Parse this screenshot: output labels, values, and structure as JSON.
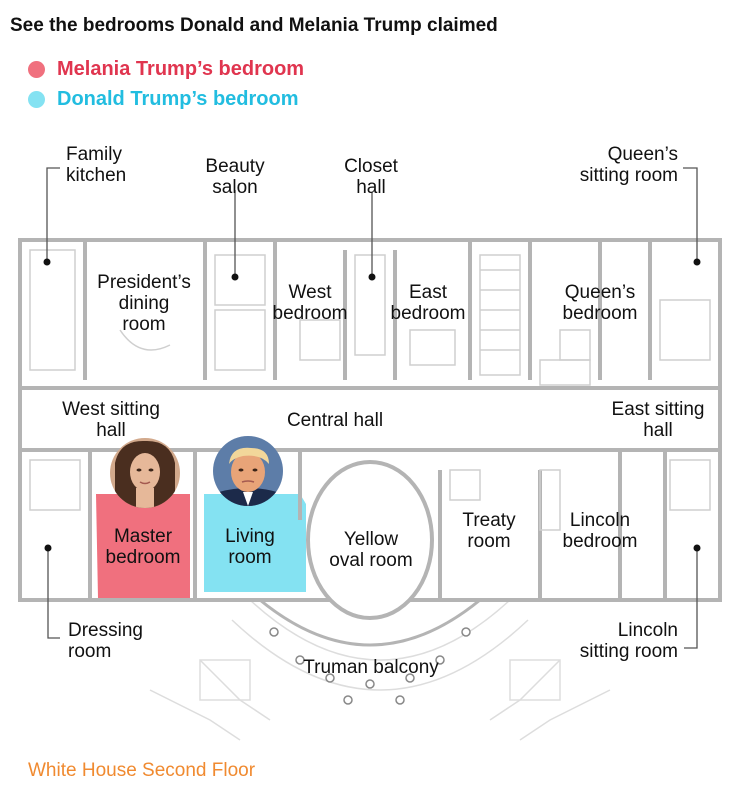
{
  "title": "See the bedrooms Donald and Melania Trump claimed",
  "legend": [
    {
      "label": "Melania Trump’s bedroom",
      "color": "#f0707e",
      "text_color": "#e0354f"
    },
    {
      "label": "Donald Trump’s bedroom",
      "color": "#84e2f2",
      "text_color": "#22bde0"
    }
  ],
  "rooms": {
    "family_kitchen": "Family\nkitchen",
    "beauty_salon": "Beauty\nsalon",
    "closet_hall": "Closet\nhall",
    "queens_sitting_room": "Queen’s\nsitting room",
    "presidents_dining_room": "President’s\ndining\nroom",
    "west_bedroom": "West\nbedroom",
    "east_bedroom": "East\nbedroom",
    "queens_bedroom": "Queen’s\nbedroom",
    "west_sitting_hall": "West sitting\nhall",
    "central_hall": "Central hall",
    "east_sitting_hall": "East sitting\nhall",
    "master_bedroom": "Master\nbedroom",
    "living_room": "Living\nroom",
    "yellow_oval_room": "Yellow\noval room",
    "treaty_room": "Treaty\nroom",
    "lincoln_bedroom": "Lincoln\nbedroom",
    "dressing_room": "Dressing\nroom",
    "lincoln_sitting_room": "Lincoln\nsitting room",
    "truman_balcony": "Truman balcony"
  },
  "footer": "White House Second Floor",
  "colors": {
    "melania": "#f0707e",
    "donald": "#84e2f2",
    "wall": "#b8b8b8",
    "footer": "#f08a30"
  }
}
